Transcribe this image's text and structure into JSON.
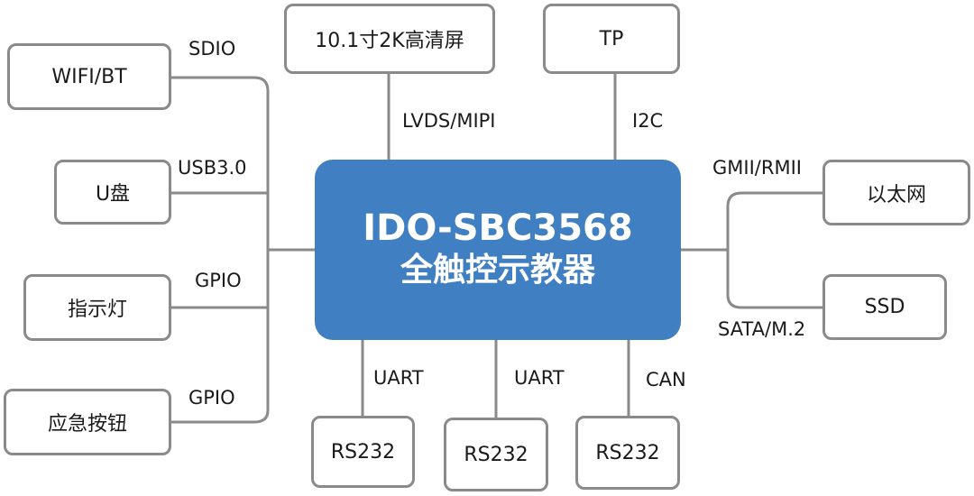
{
  "center": {
    "title": "IDO-SBC3568",
    "subtitle": "全触控示教器"
  },
  "nodes": {
    "wifi_bt": "WIFI/BT",
    "u_disk": "U盘",
    "indicator": "指示灯",
    "emergency_button": "应急按钮",
    "display": "10.1寸2K高清屏",
    "touch_panel": "TP",
    "ethernet": "以太网",
    "ssd": "SSD",
    "rs232_1": "RS232",
    "rs232_2": "RS232",
    "rs232_3": "RS232"
  },
  "links": {
    "sdio": "SDIO",
    "usb3": "USB3.0",
    "gpio_indicator": "GPIO",
    "gpio_emergency": "GPIO",
    "lvds_mipi": "LVDS/MIPI",
    "i2c": "I2C",
    "gmii_rmii": "GMII/RMII",
    "sata_m2": "SATA/M.2",
    "uart_1": "UART",
    "uart_2": "UART",
    "can": "CAN"
  },
  "colors": {
    "center_fill": "#3f7fc2",
    "box_border": "#8a8a8a",
    "wire": "#8a8a8a",
    "text": "#1a1a1a"
  }
}
